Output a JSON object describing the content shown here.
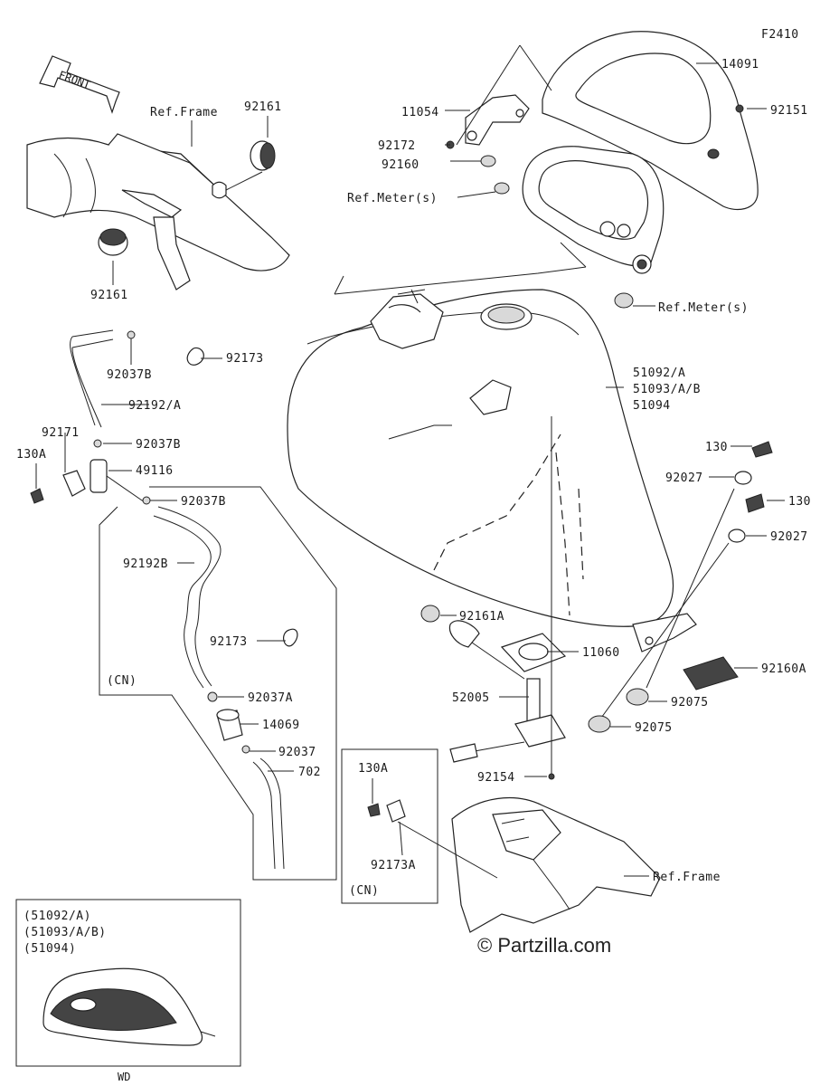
{
  "figure_code": "F2410",
  "direction_label": "FRONT",
  "watermark": "© Partzilla.com",
  "inset": {
    "caption_lines": [
      "(51092/A)",
      "(51093/A/B)",
      "(51094)"
    ],
    "variant_label": "WD"
  },
  "region_labels": {
    "cn_left": "(CN)",
    "cn_right": "(CN)"
  },
  "callouts": [
    {
      "id": "ref-frame-top",
      "text": "Ref.Frame"
    },
    {
      "id": "92161-top",
      "text": "92161"
    },
    {
      "id": "92161-bottom",
      "text": "92161"
    },
    {
      "id": "11054",
      "text": "11054"
    },
    {
      "id": "14091",
      "text": "14091"
    },
    {
      "id": "92172",
      "text": "92172"
    },
    {
      "id": "92151",
      "text": "92151"
    },
    {
      "id": "92160",
      "text": "92160"
    },
    {
      "id": "ref-meter-left",
      "text": "Ref.Meter(s)"
    },
    {
      "id": "ref-meter-right",
      "text": "Ref.Meter(s)"
    },
    {
      "id": "92037b-top",
      "text": "92037B"
    },
    {
      "id": "92173-top",
      "text": "92173"
    },
    {
      "id": "92192a",
      "text": "92192/A"
    },
    {
      "id": "51092a",
      "text": "51092/A"
    },
    {
      "id": "51093ab",
      "text": "51093/A/B"
    },
    {
      "id": "51094",
      "text": "51094"
    },
    {
      "id": "92171",
      "text": "92171"
    },
    {
      "id": "92037b-mid",
      "text": "92037B"
    },
    {
      "id": "130a-left",
      "text": "130A"
    },
    {
      "id": "49116",
      "text": "49116"
    },
    {
      "id": "92037b-low",
      "text": "92037B"
    },
    {
      "id": "130-top",
      "text": "130"
    },
    {
      "id": "92027-top",
      "text": "92027"
    },
    {
      "id": "130-mid",
      "text": "130"
    },
    {
      "id": "92027-mid",
      "text": "92027"
    },
    {
      "id": "92192b",
      "text": "92192B"
    },
    {
      "id": "92161a",
      "text": "92161A"
    },
    {
      "id": "92173-mid",
      "text": "92173"
    },
    {
      "id": "11060",
      "text": "11060"
    },
    {
      "id": "92160a",
      "text": "92160A"
    },
    {
      "id": "52005",
      "text": "52005"
    },
    {
      "id": "92075-top",
      "text": "92075"
    },
    {
      "id": "92037a",
      "text": "92037A"
    },
    {
      "id": "92075-bottom",
      "text": "92075"
    },
    {
      "id": "14069",
      "text": "14069"
    },
    {
      "id": "92037",
      "text": "92037"
    },
    {
      "id": "702",
      "text": "702"
    },
    {
      "id": "92154",
      "text": "92154"
    },
    {
      "id": "130a-right",
      "text": "130A"
    },
    {
      "id": "92173a",
      "text": "92173A"
    },
    {
      "id": "ref-frame-bottom",
      "text": "Ref.Frame"
    }
  ]
}
